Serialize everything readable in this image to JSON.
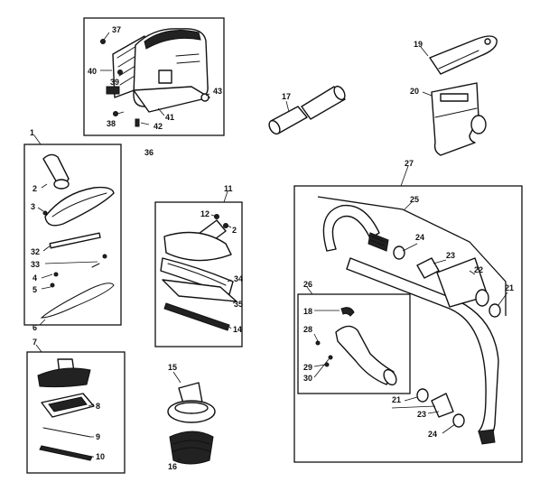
{
  "labels": {
    "l1": "1",
    "l2a": "2",
    "l3": "3",
    "l32": "32",
    "l33": "33",
    "l4": "4",
    "l5": "5",
    "l6": "6",
    "l7": "7",
    "l8": "8",
    "l9": "9",
    "l10": "10",
    "l11": "11",
    "l12": "12",
    "l2b": "2",
    "l34": "34",
    "l35": "35",
    "l14": "14",
    "l15": "15",
    "l16": "16",
    "l37": "37",
    "l40": "40",
    "l39": "39",
    "l38": "38",
    "l42": "42",
    "l41": "41",
    "l43": "43",
    "l36": "36",
    "l17": "17",
    "l19": "19",
    "l20": "20",
    "l27": "27",
    "l25": "25",
    "l24a": "24",
    "l23a": "23",
    "l22": "22",
    "l21a": "21",
    "l26": "26",
    "l18": "18",
    "l28": "28",
    "l29": "29",
    "l30": "30",
    "l21b": "21",
    "l23b": "23",
    "l24b": "24"
  }
}
